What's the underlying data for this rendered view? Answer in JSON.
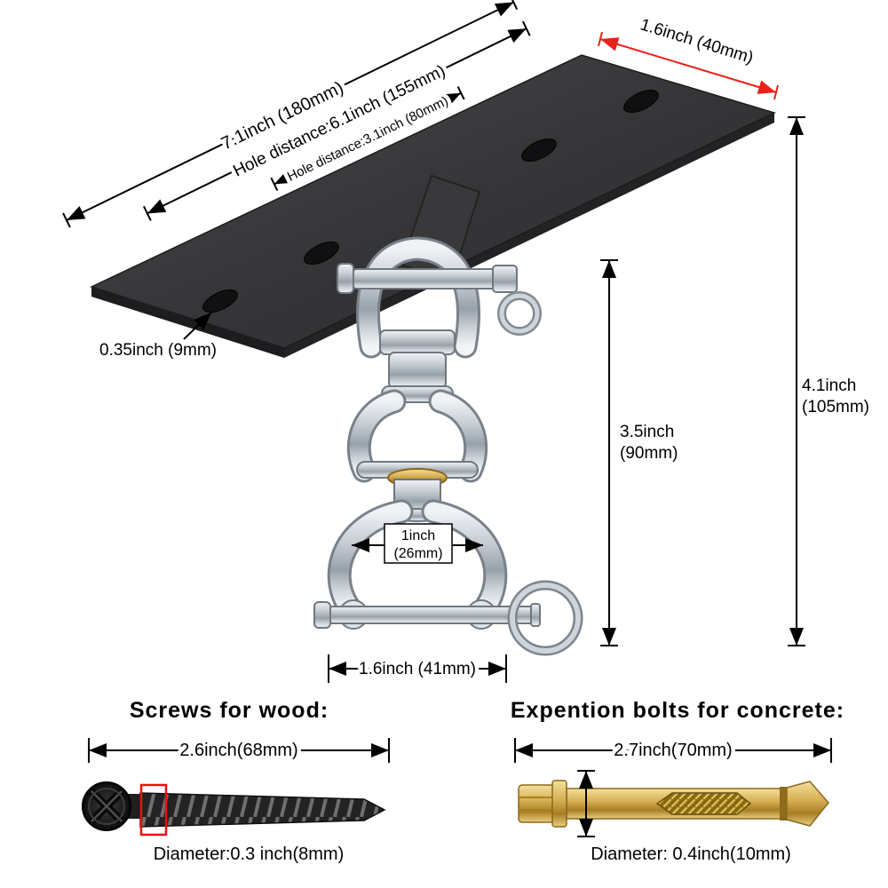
{
  "main_diagram": {
    "plate": {
      "length_label": "7.1inch (180mm)",
      "hole_distance_long_label": "Hole distance:6.1inch (155mm)",
      "hole_distance_short_label": "Hole distance:3.1inch (80mm)",
      "width_label": "1.6inch (40mm)",
      "hole_diameter_label": "0.35inch (9mm)"
    },
    "swivel": {
      "total_height_line1": "4.1inch",
      "total_height_line2": "(105mm)",
      "hanger_height_line1": "3.5inch",
      "hanger_height_line2": "(90mm)",
      "inner_width_line1": "1inch",
      "inner_width_line2": "(26mm)",
      "outer_width_label": "1.6inch (41mm)"
    }
  },
  "hardware": {
    "screws": {
      "heading": "Screws  for  wood:",
      "length_label": "2.6inch(68mm)",
      "diameter_label": "Diameter:0.3 inch(8mm)"
    },
    "bolts": {
      "heading": "Expention bolts for concrete:",
      "length_label": "2.7inch(70mm)",
      "diameter_label": "Diameter: 0.4inch(10mm)"
    }
  },
  "colors": {
    "dimension_line": "#000000",
    "width_dimension_red": "#e8221a",
    "plate_dark": "#39393b",
    "stainless": "#c3cad1",
    "brass": "#d8b257"
  }
}
